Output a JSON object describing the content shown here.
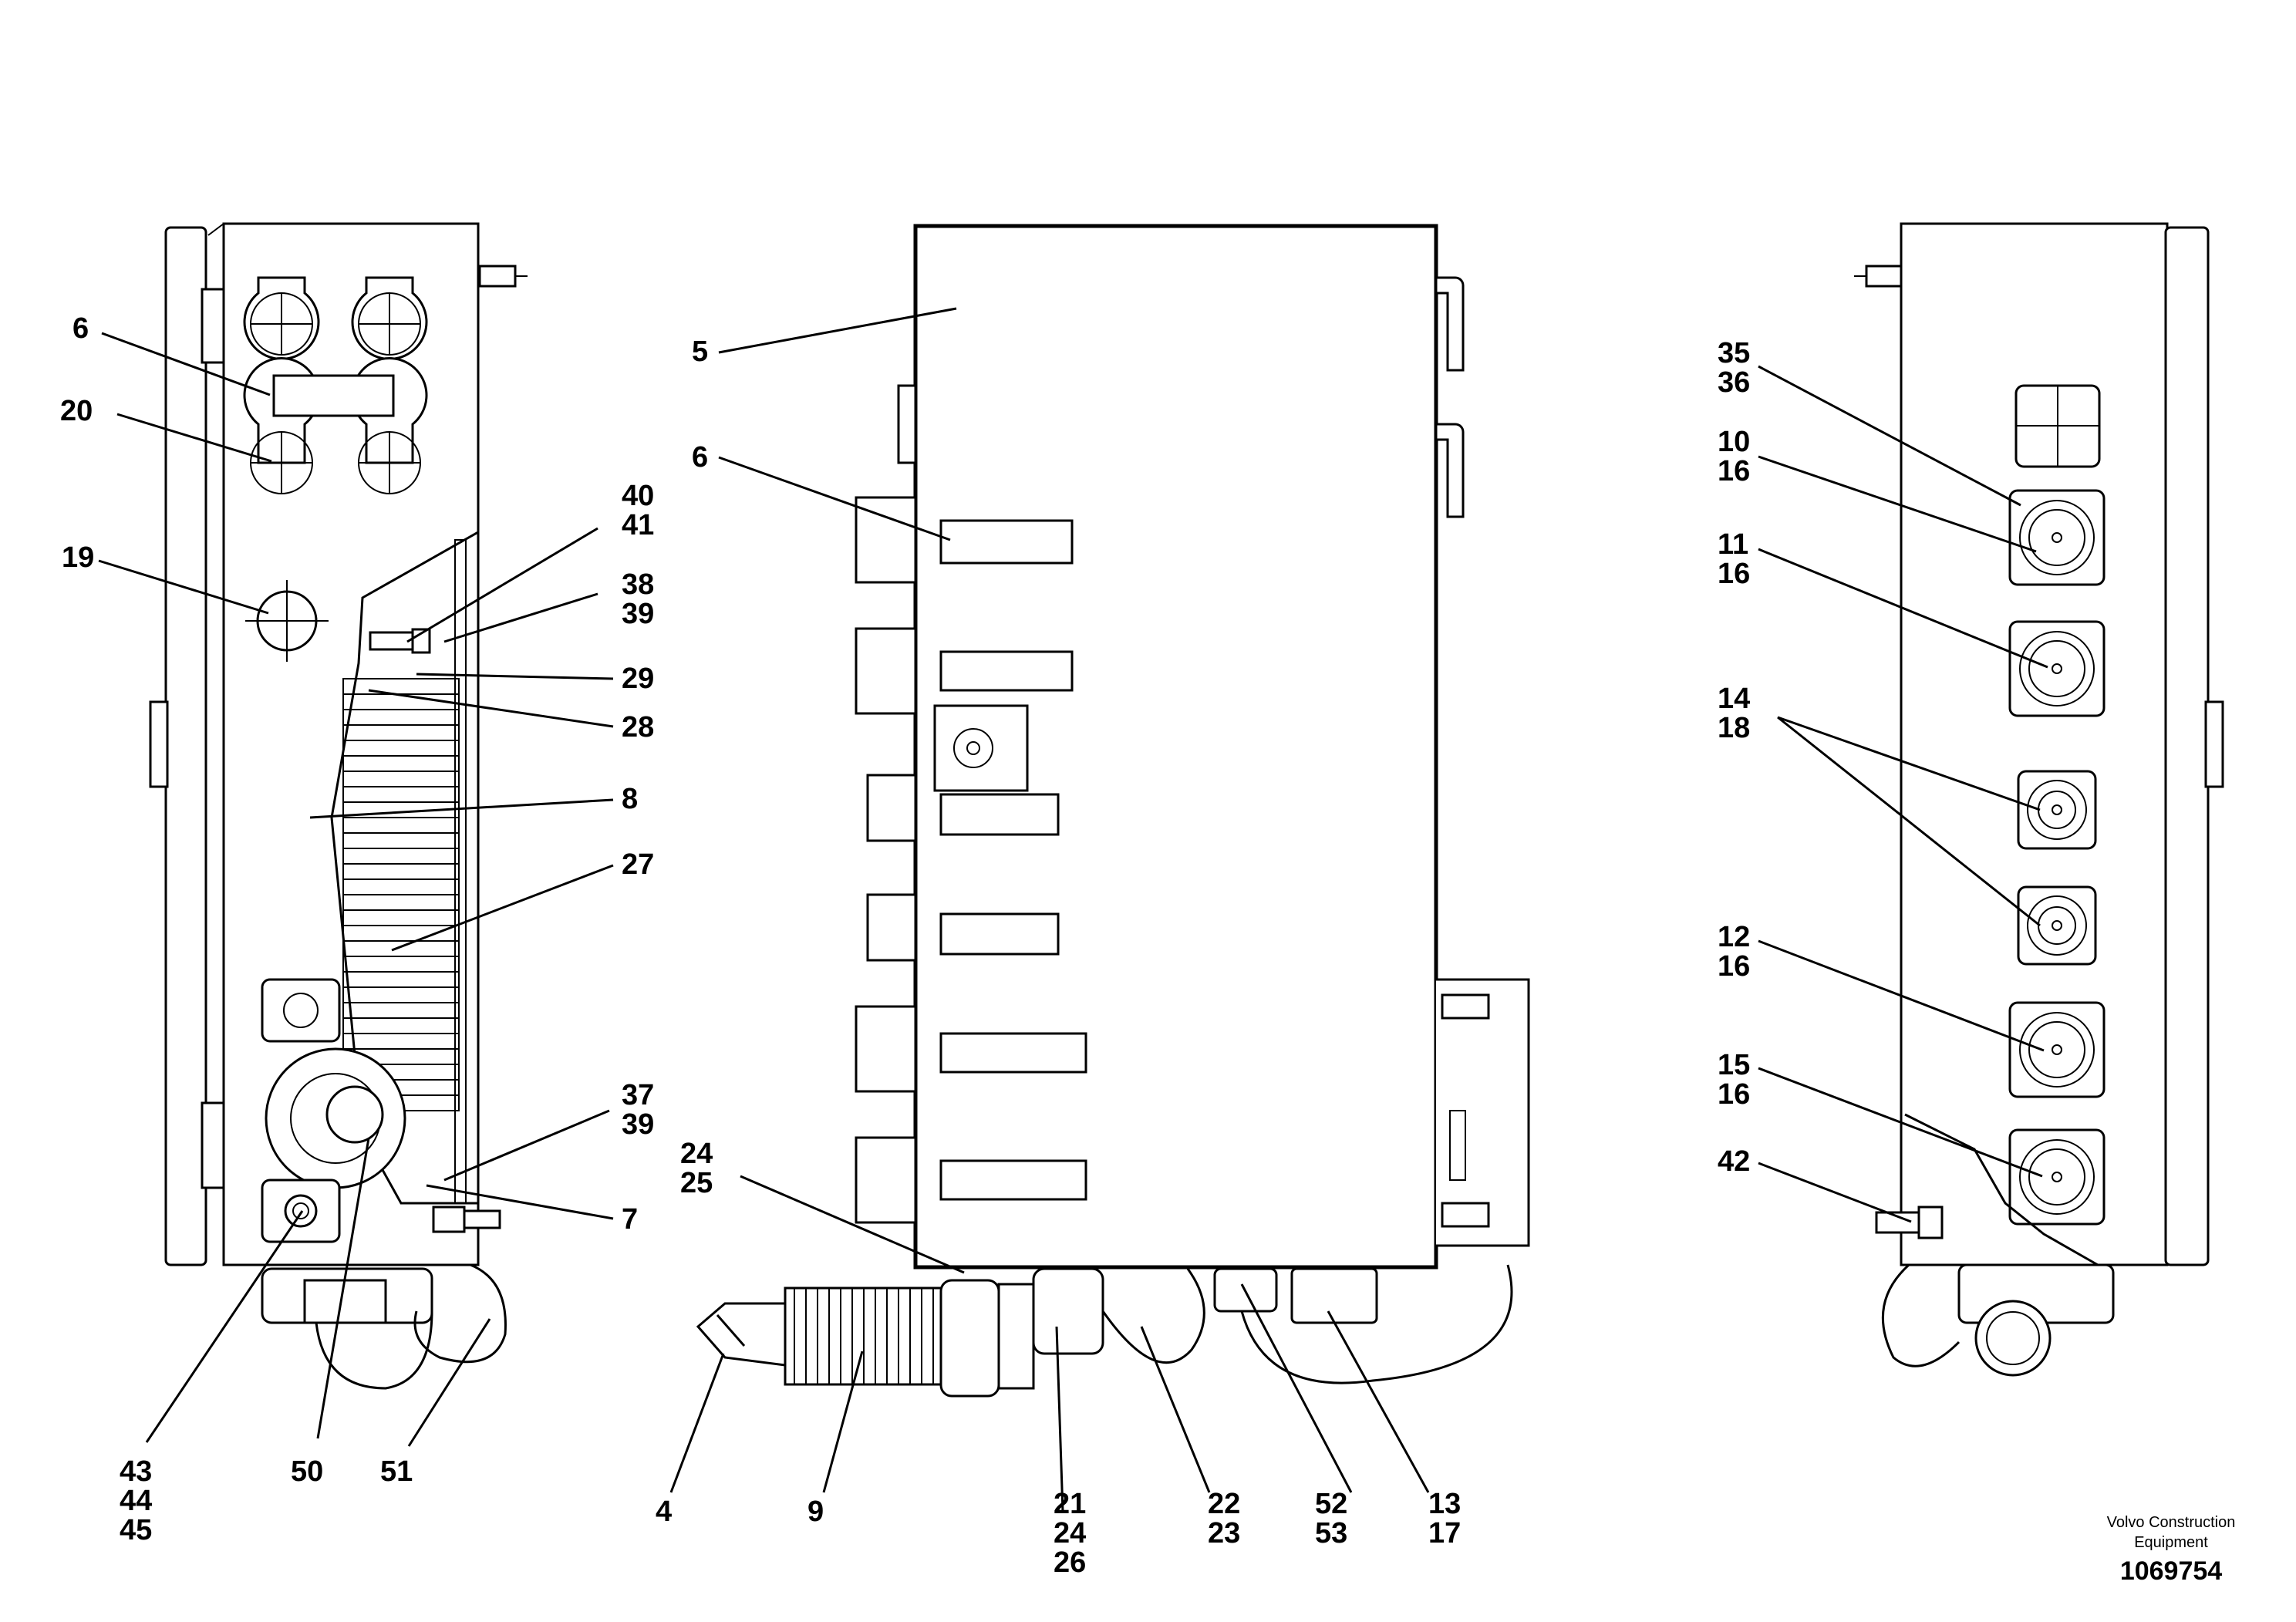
{
  "callouts": {
    "c4": "4",
    "c5": "5",
    "c6a": "6",
    "c6b": "6",
    "c7": "7",
    "c8": "8",
    "c9": "9",
    "c10": "10",
    "c11": "11",
    "c12": "12",
    "c13": "13",
    "c14": "14",
    "c15": "15",
    "c16a": "16",
    "c16b": "16",
    "c16c": "16",
    "c16d": "16",
    "c17": "17",
    "c18": "18",
    "c19": "19",
    "c20": "20",
    "c21": "21",
    "c22": "22",
    "c23": "23",
    "c24a": "24",
    "c24b": "24",
    "c25": "25",
    "c26": "26",
    "c27": "27",
    "c28": "28",
    "c29": "29",
    "c35": "35",
    "c36": "36",
    "c37": "37",
    "c38": "38",
    "c39a": "39",
    "c39b": "39",
    "c40": "40",
    "c41": "41",
    "c42": "42",
    "c43": "43",
    "c44": "44",
    "c45": "45",
    "c50": "50",
    "c51": "51",
    "c52": "52",
    "c53": "53"
  },
  "credit": {
    "line1": "Volvo Construction",
    "line2": "Equipment",
    "number": "1069754"
  }
}
